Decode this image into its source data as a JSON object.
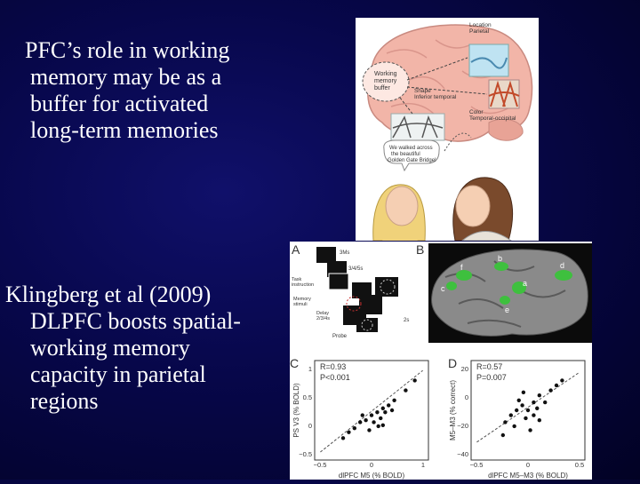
{
  "slide": {
    "text1_lines": [
      "PFC’s role in working",
      "memory may be as a",
      "buffer for activated",
      "long-term memories"
    ],
    "text2_lines": [
      "Klingberg et al (2009)",
      "DLPFC boosts spatial-",
      "working memory",
      "capacity in parietal",
      "regions"
    ]
  },
  "brain_figure": {
    "labels": {
      "location": "Location\nParietal",
      "working_memory": "Working\nmemory\nbuffer",
      "shape": "Shape\nInferior temporal",
      "color": "Color\nTemporal-occipital",
      "speech": "We walked across\nthe beautiful\nGolden Gate Bridge!"
    }
  },
  "study_figure": {
    "panel_letters": [
      "A",
      "B",
      "C",
      "D"
    ],
    "panel_a_labels": [
      "3Ms",
      "3/4/5s",
      "Task\ninstruction",
      "Memory\nstimuli",
      "Delay\n2/3/4s",
      "2s",
      "Probe"
    ],
    "panel_b_labels": [
      "f",
      "b",
      "d",
      "a",
      "c",
      "e"
    ],
    "panel_c": {
      "stats": [
        "R=0.93",
        "P<0.001"
      ],
      "ylabel": "PS V3 (% BOLD)",
      "xlabel": "dlPFC M5 (% BOLD)",
      "yticks": [
        "1",
        "0.5",
        "0",
        "−0.5"
      ],
      "xticks": [
        "−0.5",
        "0",
        "1"
      ]
    },
    "panel_d": {
      "stats": [
        "R=0.57",
        "P=0.007"
      ],
      "ylabel": "M5–M3 (% correct)",
      "xlabel": "dlPFC M5–M3 (% BOLD)",
      "yticks": [
        "20",
        "0",
        "−20",
        "−40"
      ],
      "xticks": [
        "−0.5",
        "0",
        "0.5"
      ]
    }
  }
}
